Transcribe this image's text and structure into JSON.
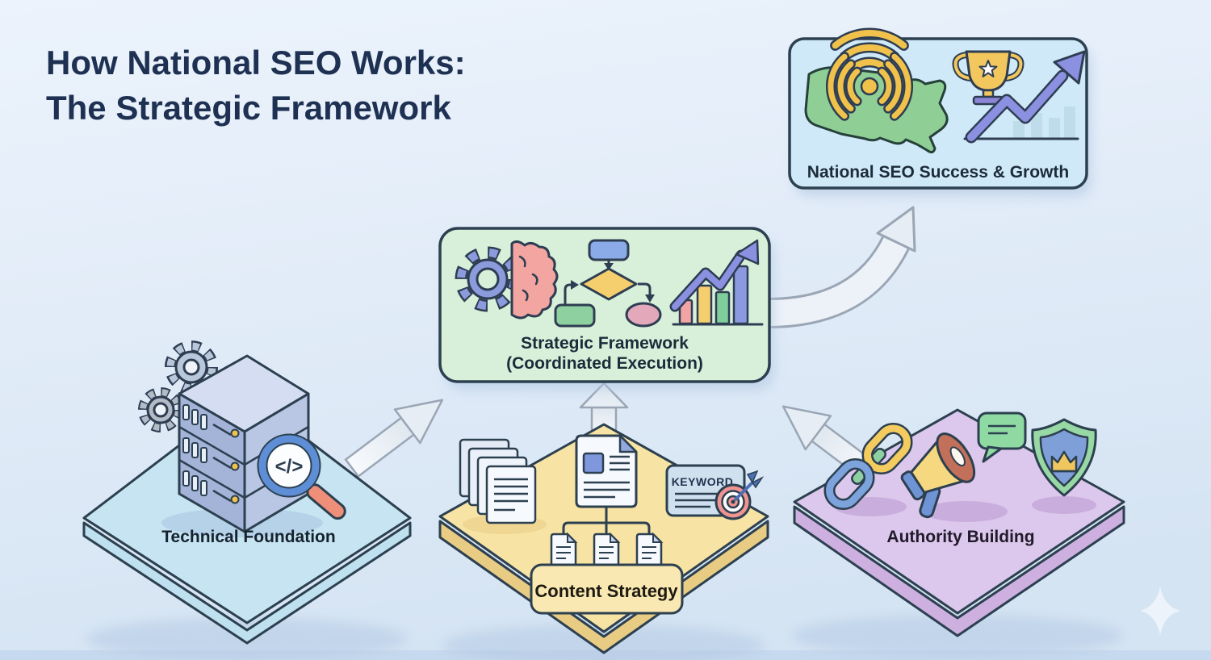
{
  "title": {
    "line1": "How National SEO Works:",
    "line2": "The Strategic Framework"
  },
  "success_box": {
    "label": "National SEO Success & Growth"
  },
  "framework_box": {
    "label_line1": "Strategic Framework",
    "label_line2": "(Coordinated Execution)"
  },
  "platforms": {
    "technical": {
      "label": "Technical Foundation"
    },
    "content": {
      "label": "Content Strategy"
    },
    "authority": {
      "label": "Authority Building"
    }
  },
  "decorations": {
    "keyword_tag_text": "KEYWORD",
    "code_symbol": "</>"
  },
  "colors": {
    "title_text": "#1e3152",
    "background_top": "#eaf2fc",
    "background_bottom": "#d7e6f4",
    "success_box_fill": "#cfe9f8",
    "framework_box_fill": "#d8f0da",
    "platform_technical_fill": "#c6e4f2",
    "platform_content_fill": "#f7e3a4",
    "platform_authority_fill": "#dcc8ec",
    "outline_dark": "#2c4050",
    "arrow_fill": "#eef3f8",
    "accent_yellow": "#f0c24c",
    "accent_green": "#8fcf96",
    "accent_periwinkle": "#8b90e0",
    "accent_salmon": "#ef8f7a"
  }
}
